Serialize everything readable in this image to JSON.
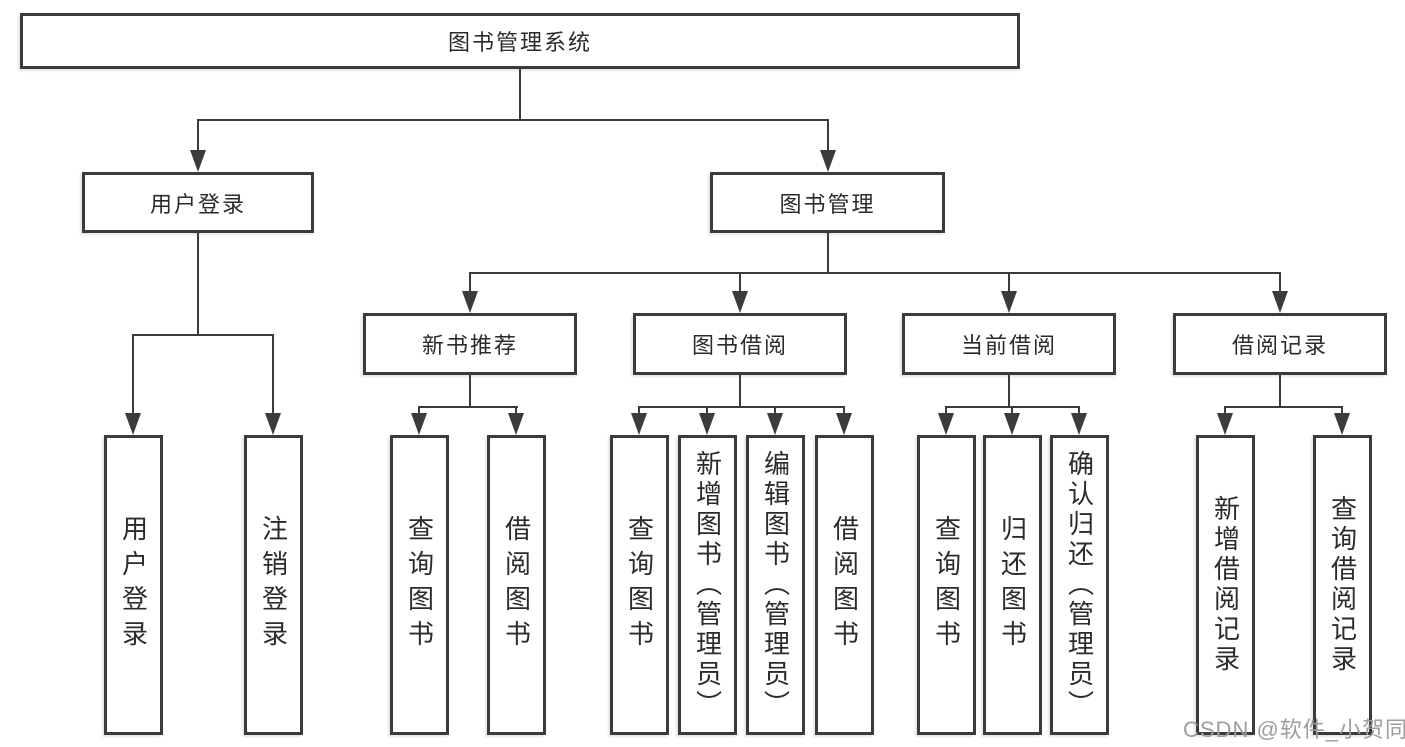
{
  "diagram": {
    "root": {
      "label": "图书管理系统"
    },
    "level2": [
      {
        "label": "用户登录"
      },
      {
        "label": "图书管理"
      }
    ],
    "level3": [
      {
        "label": "新书推荐"
      },
      {
        "label": "图书借阅"
      },
      {
        "label": "当前借阅"
      },
      {
        "label": "借阅记录"
      }
    ],
    "leaves": [
      {
        "group": "用户登录",
        "items": [
          "用户登录",
          "注销登录"
        ]
      },
      {
        "group": "新书推荐",
        "items": [
          "查询图书",
          "借阅图书"
        ]
      },
      {
        "group": "图书借阅",
        "items": [
          "查询图书",
          "新增图书（管理员）",
          "编辑图书（管理员）",
          "借阅图书"
        ]
      },
      {
        "group": "当前借阅",
        "items": [
          "查询图书",
          "归还图书",
          "确认归还（管理员）"
        ]
      },
      {
        "group": "借阅记录",
        "items": [
          "新增借阅记录",
          "查询借阅记录"
        ]
      }
    ]
  },
  "watermark": {
    "text": "CSDN @软件_小贺同学",
    "color": "#9e9e9e"
  },
  "colors": {
    "line": "#3b3b3b",
    "text": "#2b2b2b",
    "background": "#ffffff"
  }
}
